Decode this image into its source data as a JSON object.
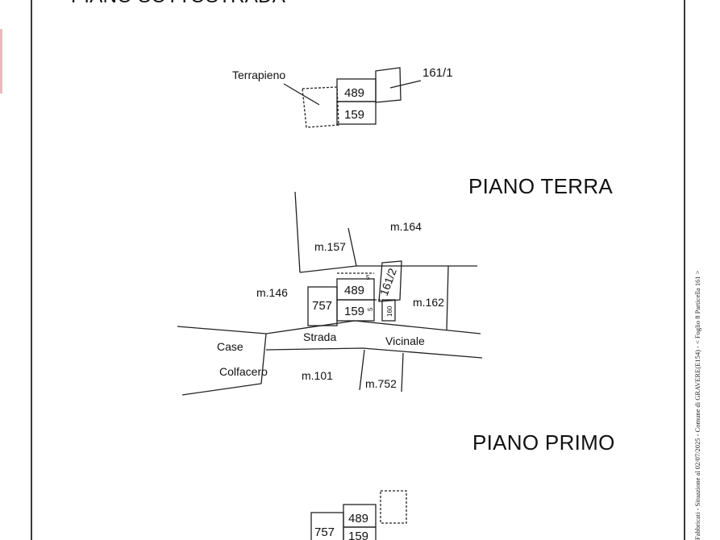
{
  "headings": {
    "top_partial": "PIANO SOTTOSTRADA",
    "piano_terra": "PIANO TERRA",
    "piano_primo": "PIANO PRIMO"
  },
  "plan_sottostrada": {
    "terrapieno": "Terrapieno",
    "unit_489": "489",
    "unit_159": "159",
    "unit_161_1": "161/1"
  },
  "plan_terra": {
    "m164": "m.164",
    "m157": "m.157",
    "m146": "m.146",
    "m162": "m.162",
    "unit_757": "757",
    "unit_489": "489",
    "unit_159": "159",
    "unit_161_2": "161/2",
    "unit_160": "160",
    "mark_5a": "5",
    "mark_5b": "5",
    "strada": "Strada",
    "vicinale": "Vicinale",
    "case": "Case",
    "colfacero": "Colfacero",
    "m101": "m.101",
    "m752": "m.752"
  },
  "plan_primo": {
    "unit_489": "489",
    "unit_757": "757",
    "unit_159": "159"
  },
  "margin_text": "Fabbricati - Situazione al 02/07/2025 - Comune di GRAVERE(E154) - < Foglio 8 Particella 161 >"
}
